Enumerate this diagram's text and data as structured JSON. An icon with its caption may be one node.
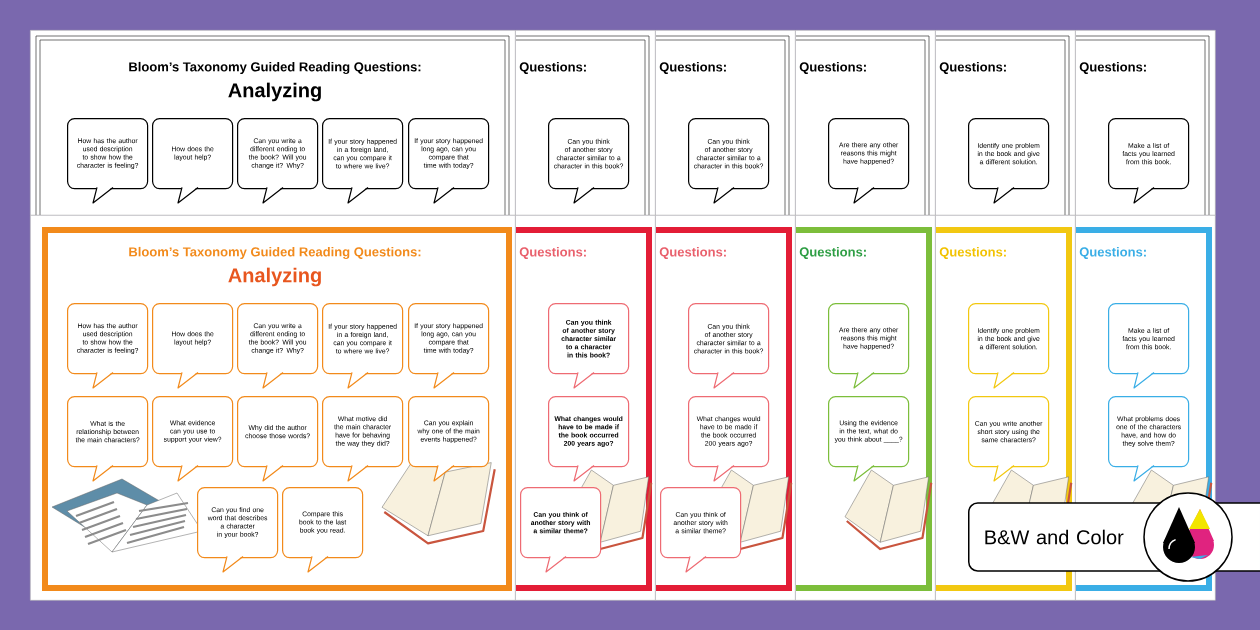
{
  "diagram": {
    "nodes": [
      {
        "text": [
          "Bloom’s Taxonomy Guided Reading Questions:",
          "Analyzing"
        ]
      },
      {
        "text": [
          "How has the author used description to show how the character is feeling?"
        ],
        "in": 0
      },
      {
        "text": [
          "How does the layout help?"
        ],
        "in": 0
      },
      {
        "text": [
          "Can you write a different ending to the book? Will you change it? Why?"
        ],
        "in": 0
      },
      {
        "text": [
          "If your story happened in a foreign land, can you compare it to where we live?"
        ],
        "in": 0
      },
      {
        "text": [
          "If your story happened long ago, can you compare that time with today?"
        ],
        "in": 0
      },
      {
        "text": [
          "Questions:"
        ]
      },
      {
        "text": [
          "Can you think of another story character similar to a character in this book?"
        ],
        "in": 6
      },
      {
        "text": [
          "Questions:"
        ]
      },
      {
        "text": [
          "Can you think of another story character similar to a character in this book?"
        ],
        "in": 8
      },
      {
        "text": [
          "Questions:"
        ]
      },
      {
        "text": [
          "Are there any other reasons this might have happened?"
        ],
        "in": 10
      },
      {
        "text": [
          "Questions:"
        ]
      },
      {
        "text": [
          "Identify one problem in the book and give a different solution."
        ],
        "in": 12
      },
      {
        "text": [
          "Questions:"
        ]
      },
      {
        "text": [
          "Make a list of facts you learned from this book."
        ],
        "in": 14
      },
      {
        "text": [
          "Bloom’s Taxonomy Guided Reading Questions:",
          "Analyzing"
        ]
      },
      {
        "text": [
          "How has the author used description to show how the character is feeling?"
        ],
        "in": 16
      },
      {
        "text": [
          "How does the layout help?"
        ],
        "in": 16
      },
      {
        "text": [
          "Can you write a different ending to the book? Will you change it? Why?"
        ],
        "in": 16
      },
      {
        "text": [
          "If your story happened in a foreign land, can you compare it to where we live?"
        ],
        "in": 16
      },
      {
        "text": [
          "If your story happened long ago, can you compare that time with today?"
        ],
        "in": 16
      },
      {
        "text": [
          "What is the relationship between the main characters?"
        ],
        "in": 16
      },
      {
        "text": [
          "What evidence can you use to support your view?"
        ],
        "in": 16
      },
      {
        "text": [
          "Why did the author choose those words?"
        ],
        "in": 16
      },
      {
        "text": [
          "What motive did the main character have for behaving the way they did?"
        ],
        "in": 16
      },
      {
        "text": [
          "Can you explain why one of the main events happened?"
        ],
        "in": 16
      },
      {
        "text": [
          "Can you find one word that describes a character in your book?"
        ],
        "in": 16
      },
      {
        "text": [
          "Compare this book to the last book you read."
        ],
        "in": 16
      },
      {
        "text": [
          "Questions:"
        ]
      },
      {
        "text": [
          "Can you think of another story character similar to a character in this book?"
        ],
        "in": 29
      },
      {
        "text": [
          "What changes would have to be made if the book occurred 200 years ago?"
        ],
        "in": 29
      },
      {
        "text": [
          "Can you think of another story with a similar theme?"
        ],
        "in": 29
      },
      {
        "text": [
          "Questions:"
        ]
      },
      {
        "text": [
          "Can you think of another story character similar to a character in this book?"
        ],
        "in": 33
      },
      {
        "text": [
          "What changes would have to be made if the book occurred 200 years ago?"
        ],
        "in": 33
      },
      {
        "text": [
          "Can you think of another story with a similar theme?"
        ],
        "in": 33
      },
      {
        "text": [
          "Questions:"
        ]
      },
      {
        "text": [
          "Are there any other reasons this might have happened?"
        ],
        "in": 37
      },
      {
        "text": [
          "Using the evidence in the text, what do you think about ____?"
        ],
        "in": 37
      },
      {
        "text": [
          "Questions:"
        ]
      },
      {
        "text": [
          "Identify one problem in the book and give a different solution."
        ],
        "in": 40
      },
      {
        "text": [
          "Can you write another short story using the same characters?"
        ],
        "in": 40
      },
      {
        "text": [
          "Questions:"
        ]
      },
      {
        "text": [
          "Make a list of facts you learned from this book."
        ],
        "in": 43
      },
      {
        "text": [
          "What problems does one of the characters have, and how do they solve them?"
        ],
        "in": 43
      },
      {
        "text": [
          "B&W and Color"
        ]
      }
    ]
  }
}
